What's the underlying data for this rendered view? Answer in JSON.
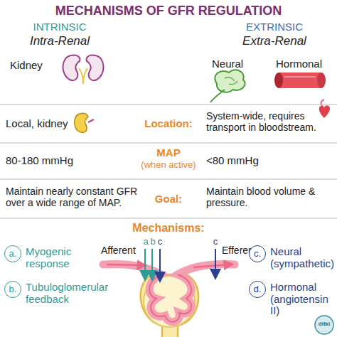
{
  "diagram": {
    "title": "MECHANISMS OF GFR REGULATION",
    "nodes": [
      {
        "text": [
          "a.",
          "Myogenic response"
        ]
      },
      {
        "text": [
          "b.",
          "Tubuloglomerular feedback"
        ]
      },
      {
        "text": [
          "c.",
          "Neural (sympathetic)"
        ]
      },
      {
        "text": [
          "d.",
          "Hormonal (angiotensin II)"
        ]
      }
    ],
    "labels": [
      "INTRINSIC",
      "Intra-Renal",
      "Kidney",
      "EXTRINSIC",
      "Extra-Renal",
      "Neural",
      "Hormonal",
      "Local, kidney",
      "Location:",
      "System-wide, requires transport in bloodstream.",
      "80-180 mmHg",
      "MAP",
      "(when active)",
      "<80 mmHg",
      "Maintain nearly constant GFR over a wide range of MAP.",
      "Goal:",
      "Maintain blood volume & pressure.",
      "Mechanisms:",
      "Afferent",
      "a",
      "b",
      "c",
      "c",
      "Efferent",
      "ditki"
    ]
  }
}
